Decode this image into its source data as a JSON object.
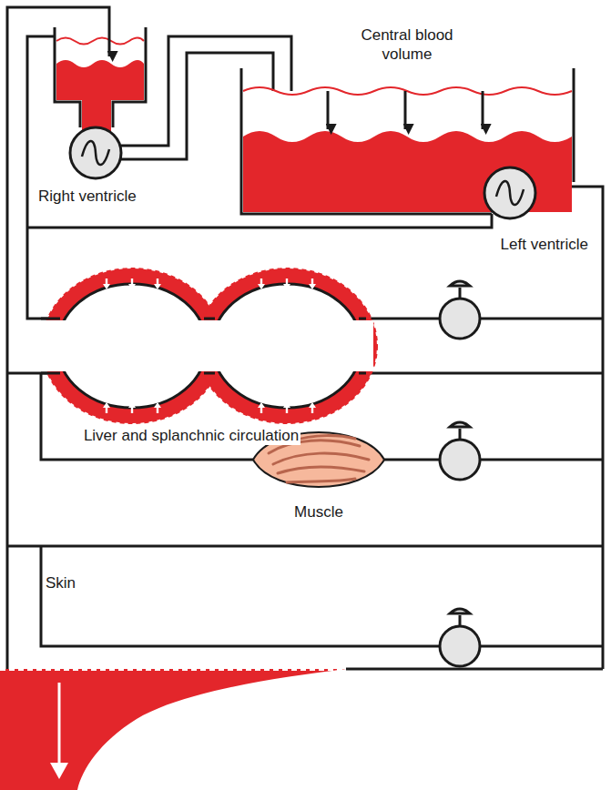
{
  "diagram": {
    "labels": [
      "Central blood volume",
      "Right ventricle",
      "Left ventricle",
      "Liver and splanchnic circulation",
      "Muscle",
      "Skin"
    ]
  }
}
